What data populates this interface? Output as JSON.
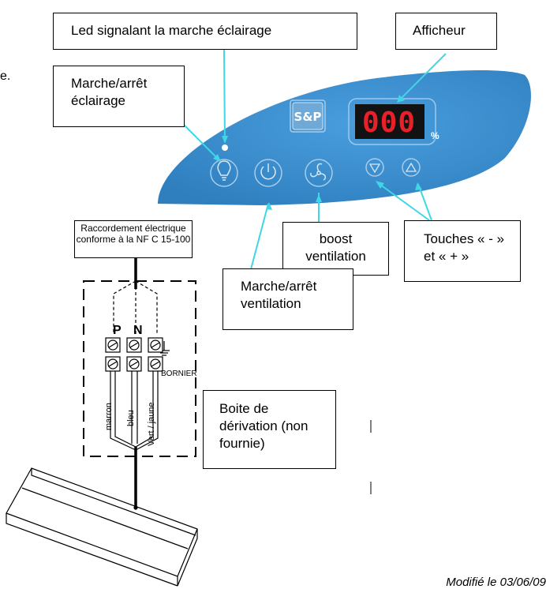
{
  "labels": {
    "led": "Led signalant la marche éclairage",
    "display": "Afficheur",
    "light": "Marche/arrêt éclairage",
    "boost": "boost ventilation",
    "keys": "Touches « - » et « + »",
    "vent": "Marche/arrêt ventilation",
    "box": "Boite de dérivation (non fournie)",
    "connection": "Raccordement électrique conforme à la NF C 15-100"
  },
  "panel": {
    "logo": "S&P",
    "display_value": "000",
    "display_unit": "%"
  },
  "wiring": {
    "terminal_p": "P",
    "terminal_n": "N",
    "bornier": "BORNIER",
    "wire_brown": "marron",
    "wire_blue": "bleu",
    "wire_green": "Vert / jaune"
  },
  "stray_text": "e.",
  "footer": "Modifié le 03/06/09",
  "colors": {
    "panel_blue": "#3a8fcf",
    "leader_cyan": "#3fd6e6",
    "display_red": "#e8202a"
  }
}
